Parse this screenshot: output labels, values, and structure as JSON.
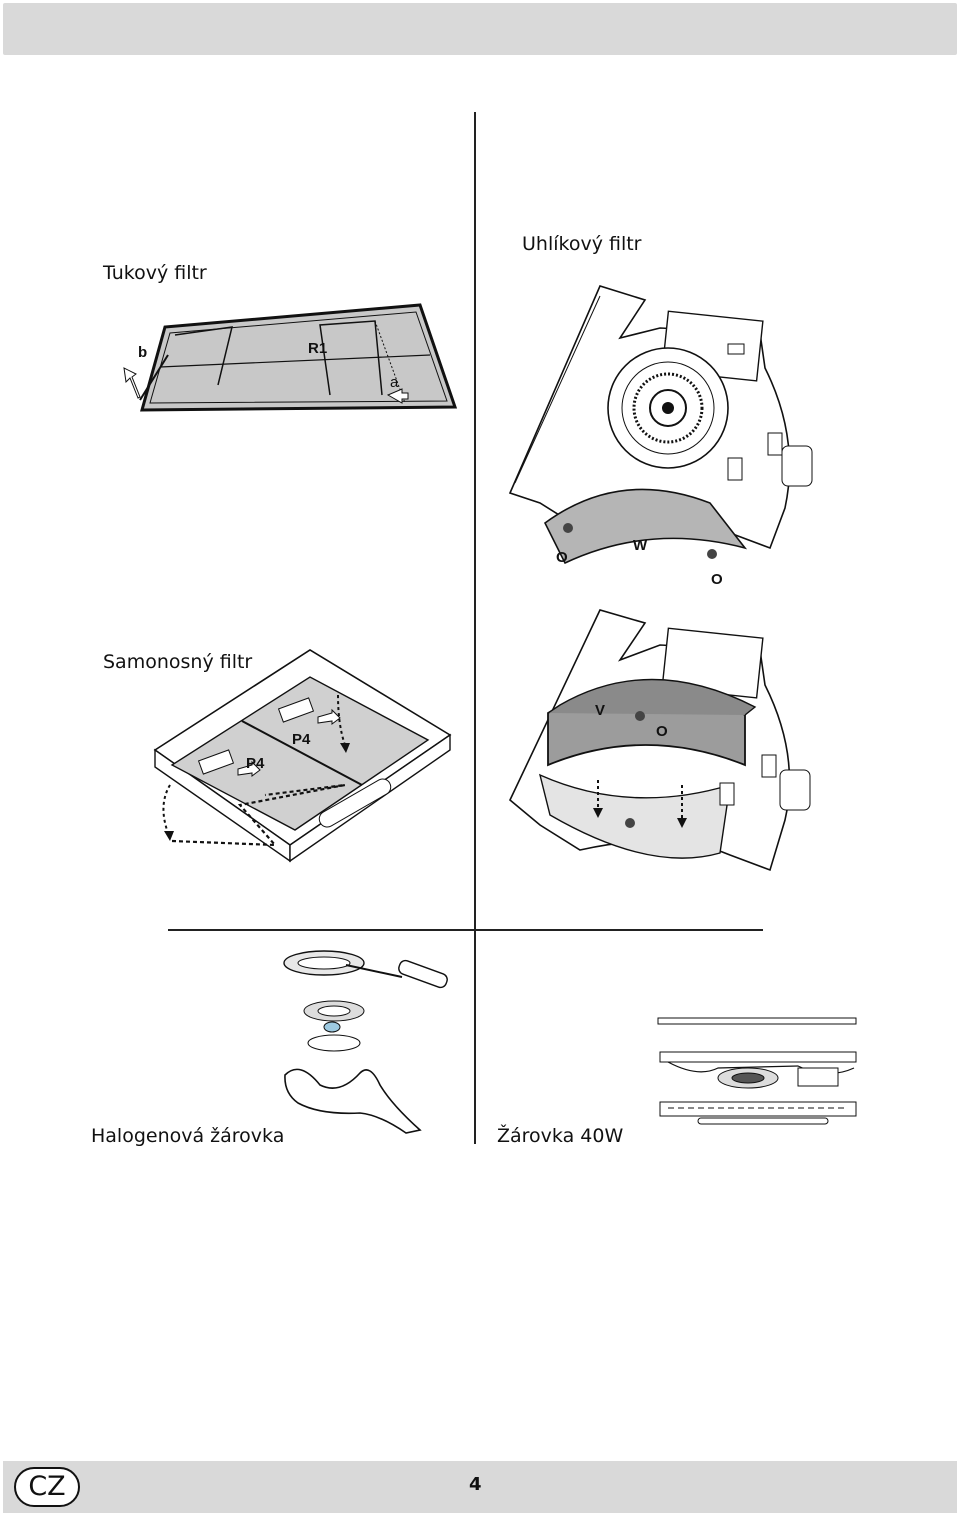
{
  "captions": {
    "grease_filter": "Tukový filtr",
    "carbon_filter": "Uhlíkový filtr",
    "self_supporting_filter": "Samonosný filtr",
    "halogen_bulb": "Halogenová žárovka",
    "bulb_40w": "Žárovka 40W"
  },
  "labels": {
    "b": "b",
    "r1": "R1",
    "a": "a",
    "o": "O",
    "w": "W",
    "p4": "P4",
    "v": "V"
  },
  "footer": {
    "language": "CZ",
    "page_number": "4"
  }
}
